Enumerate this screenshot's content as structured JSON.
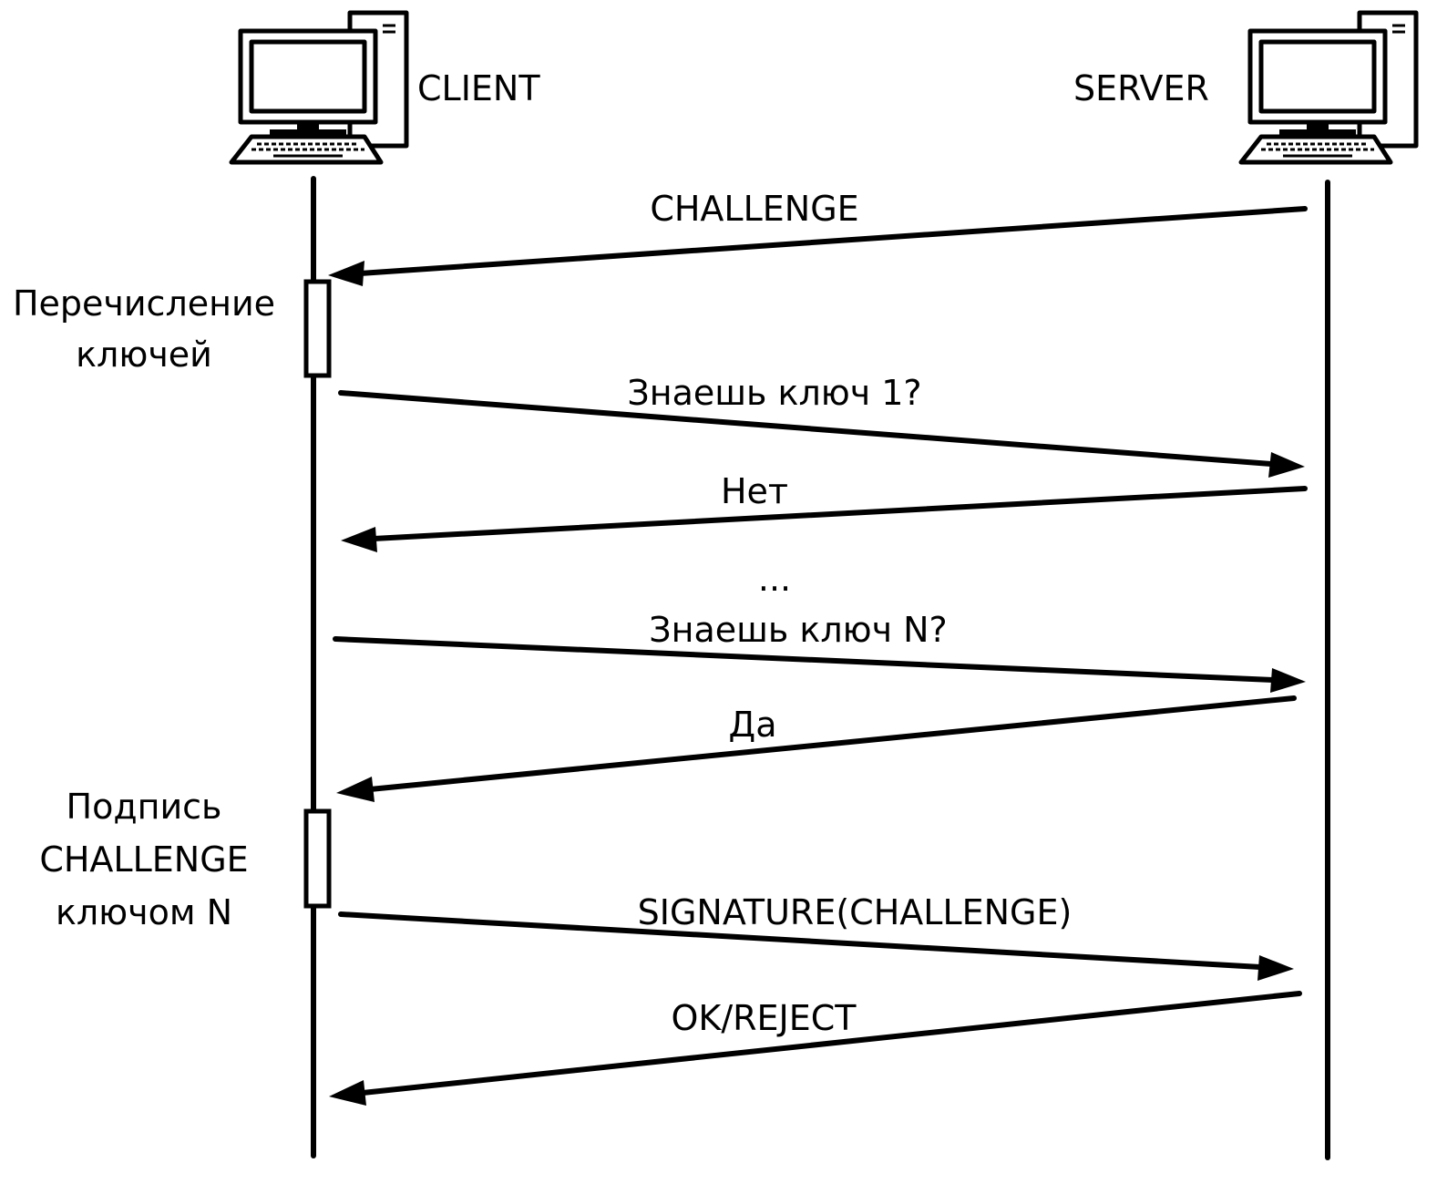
{
  "participants": {
    "client": {
      "label": "CLIENT",
      "icon": "desktop-computer-icon"
    },
    "server": {
      "label": "SERVER",
      "icon": "desktop-computer-icon"
    }
  },
  "notes": {
    "enumeration": {
      "line1": "Перечисление",
      "line2": "ключей"
    },
    "signing": {
      "line1": "Подпись",
      "line2": "CHALLENGE",
      "line3": "ключом N"
    }
  },
  "messages": [
    {
      "label": "CHALLENGE",
      "from": "server",
      "to": "client"
    },
    {
      "label": "Знаешь ключ 1?",
      "from": "client",
      "to": "server"
    },
    {
      "label": "Нет",
      "from": "server",
      "to": "client"
    },
    {
      "label": "Знаешь ключ N?",
      "from": "client",
      "to": "server"
    },
    {
      "label": "Да",
      "from": "server",
      "to": "client"
    },
    {
      "label": "SIGNATURE(CHALLENGE)",
      "from": "client",
      "to": "server"
    },
    {
      "label": "OK/REJECT",
      "from": "server",
      "to": "client"
    }
  ],
  "ellipsis": "...",
  "colors": {
    "stroke": "#000000",
    "background": "#ffffff"
  }
}
